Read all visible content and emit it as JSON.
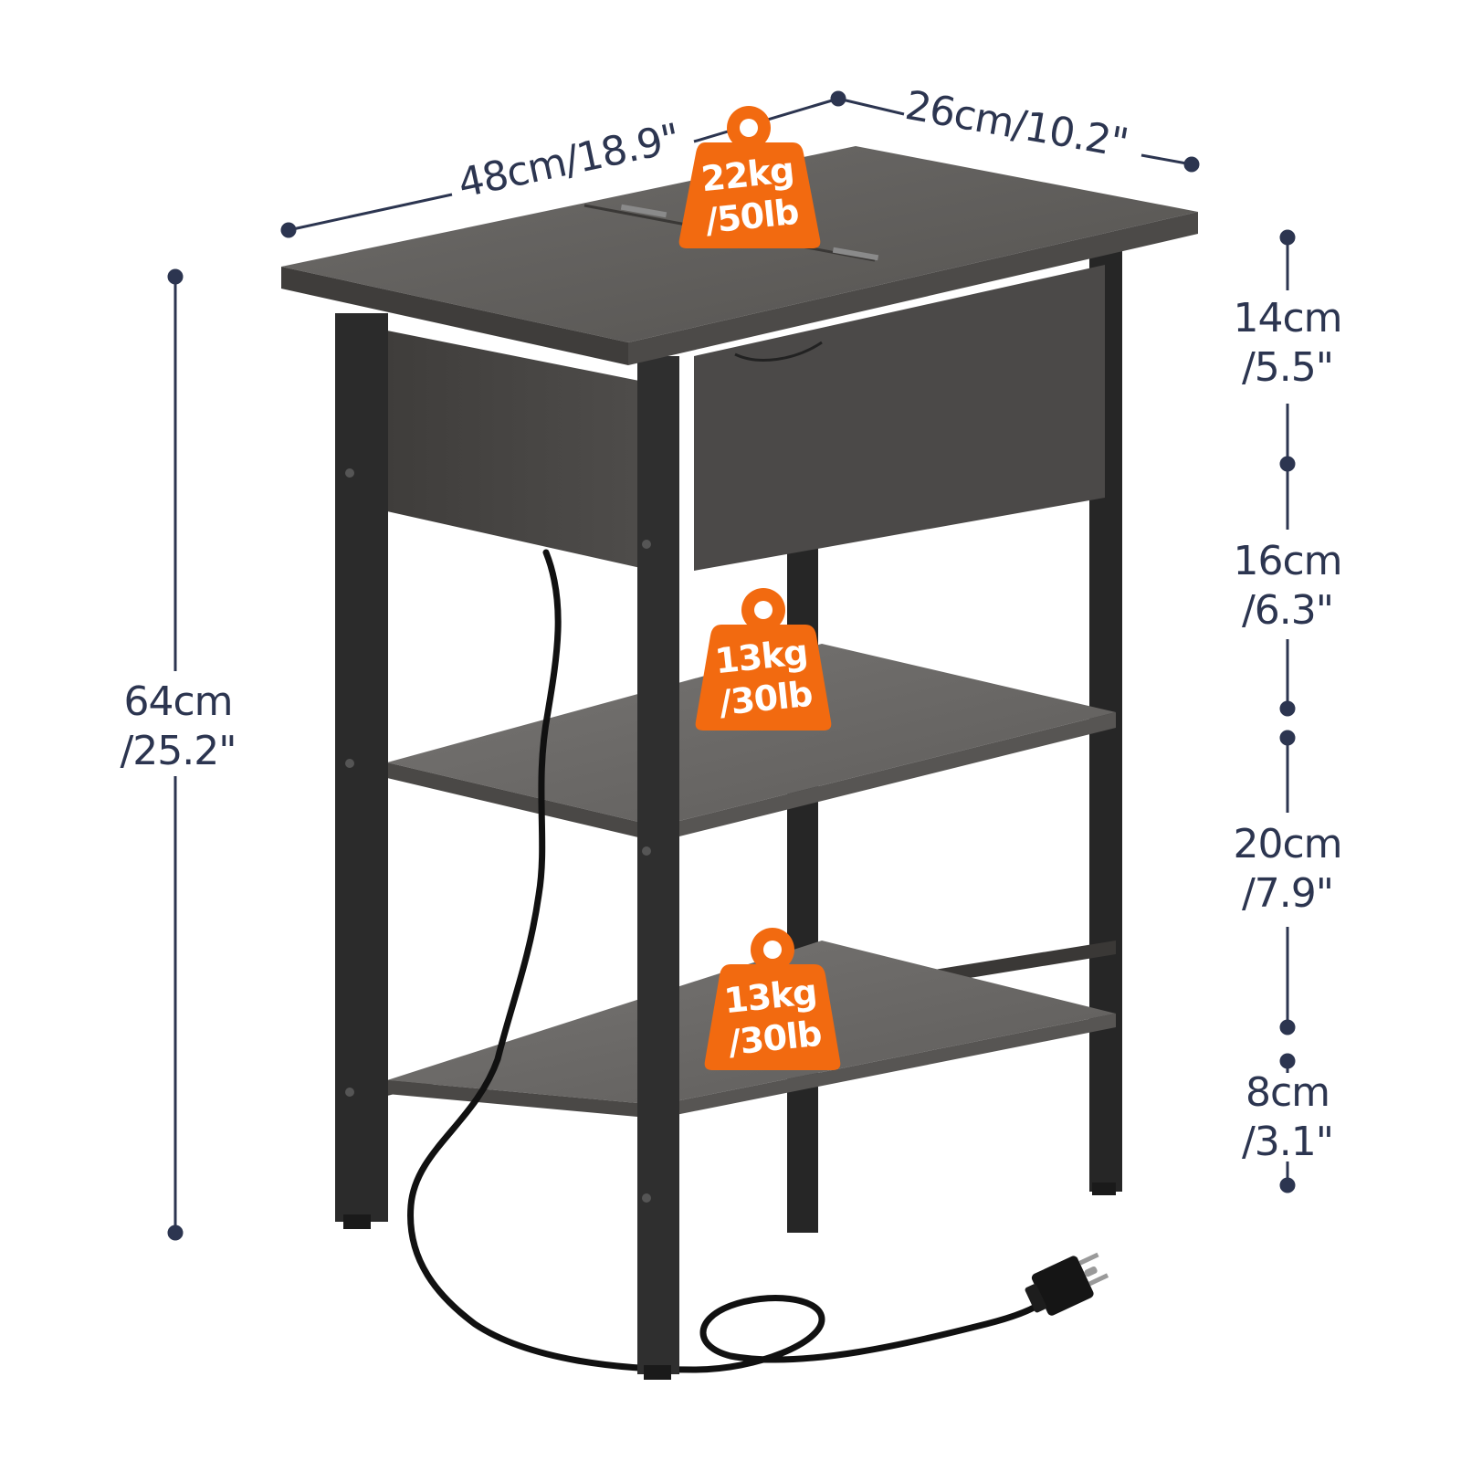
{
  "colors": {
    "dimension_line": "#2c3550",
    "weight_badge": "#f26a10",
    "wood_top": "#5f5d5b",
    "wood_dark": "#4a4847",
    "wood_shelf": "#6b6967",
    "frame": "#2b2b2b",
    "cord": "#111111",
    "background": "#ffffff"
  },
  "dimensions": {
    "width": {
      "cm": "48cm/18.9\""
    },
    "depth": {
      "cm": "26cm/10.2\""
    },
    "height": {
      "line1": "64cm",
      "line2": "/25.2\""
    },
    "segments": [
      {
        "line1": "14cm",
        "line2": "/5.5\""
      },
      {
        "line1": "16cm",
        "line2": "/6.3\""
      },
      {
        "line1": "20cm",
        "line2": "/7.9\""
      },
      {
        "line1": "8cm",
        "line2": "/3.1\""
      }
    ]
  },
  "weights": [
    {
      "line1": "22kg",
      "line2": "/50lb",
      "icon": "weight-icon"
    },
    {
      "line1": "13kg",
      "line2": "/30lb",
      "icon": "weight-icon"
    },
    {
      "line1": "13kg",
      "line2": "/30lb",
      "icon": "weight-icon"
    }
  ],
  "product": {
    "icon": "side-table-illustration",
    "plug_icon": "power-plug-icon"
  }
}
